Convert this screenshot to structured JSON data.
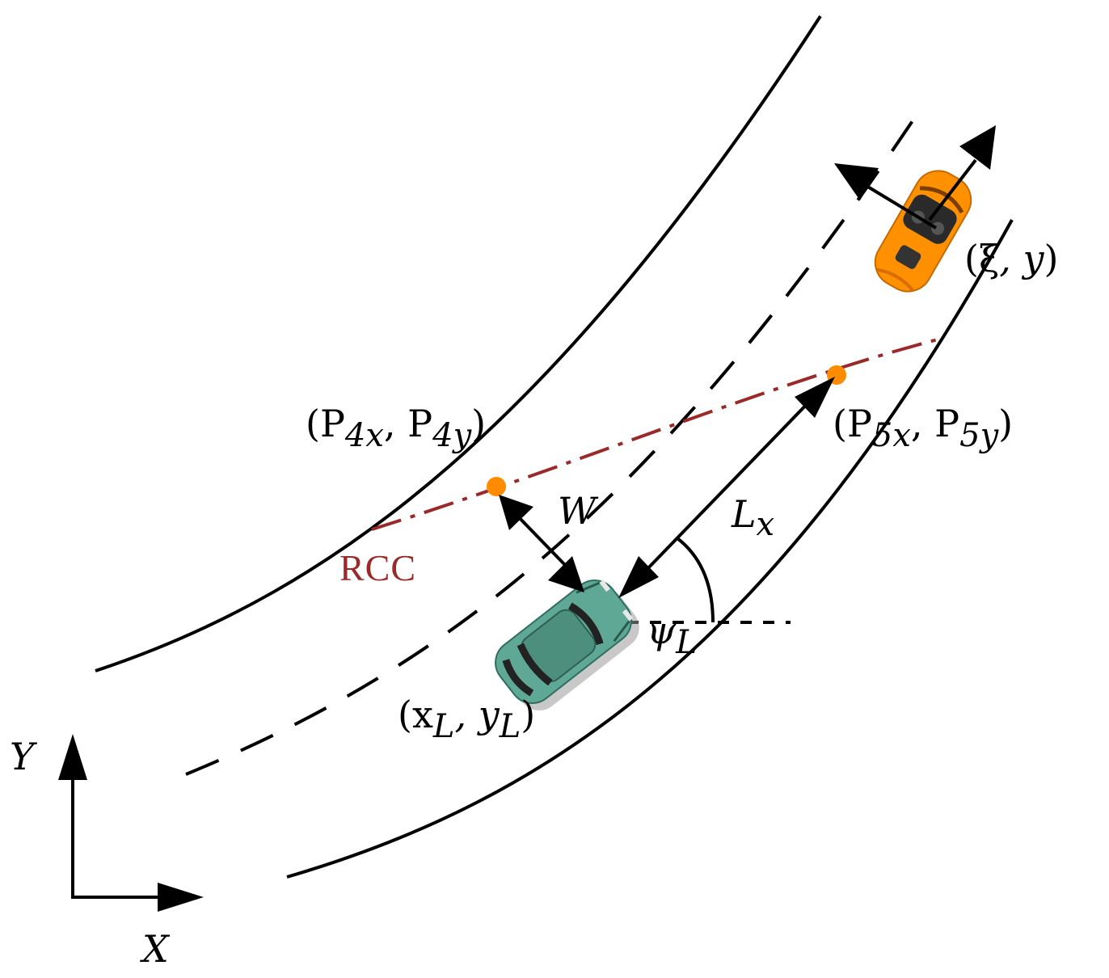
{
  "colors": {
    "road": "#000000",
    "rcc_curve": "#9a2a2a",
    "point": "#ff8c00",
    "ego_car": "#5fa896",
    "target_car": "#ff9000"
  },
  "labels": {
    "p4": {
      "open": "(P",
      "sub1": "4x",
      "sep": ", P",
      "sub2": "4y",
      "close": ")"
    },
    "p5": {
      "open": "(P",
      "sub1": "5x",
      "sep": ", P",
      "sub2": "5y",
      "close": ")"
    },
    "xi": {
      "open": "(ξ",
      "sep": ", y",
      "close": ")"
    },
    "xl": {
      "open": "(x",
      "sub1": "L",
      "sep": ", y",
      "sub2": "L",
      "close": ")"
    },
    "w": "W",
    "lx": {
      "main": "L",
      "sub": "x"
    },
    "psi": {
      "main": "ψ",
      "sub": "L"
    },
    "rcc": "RCC",
    "axis_x": "X",
    "axis_y": "Y"
  }
}
